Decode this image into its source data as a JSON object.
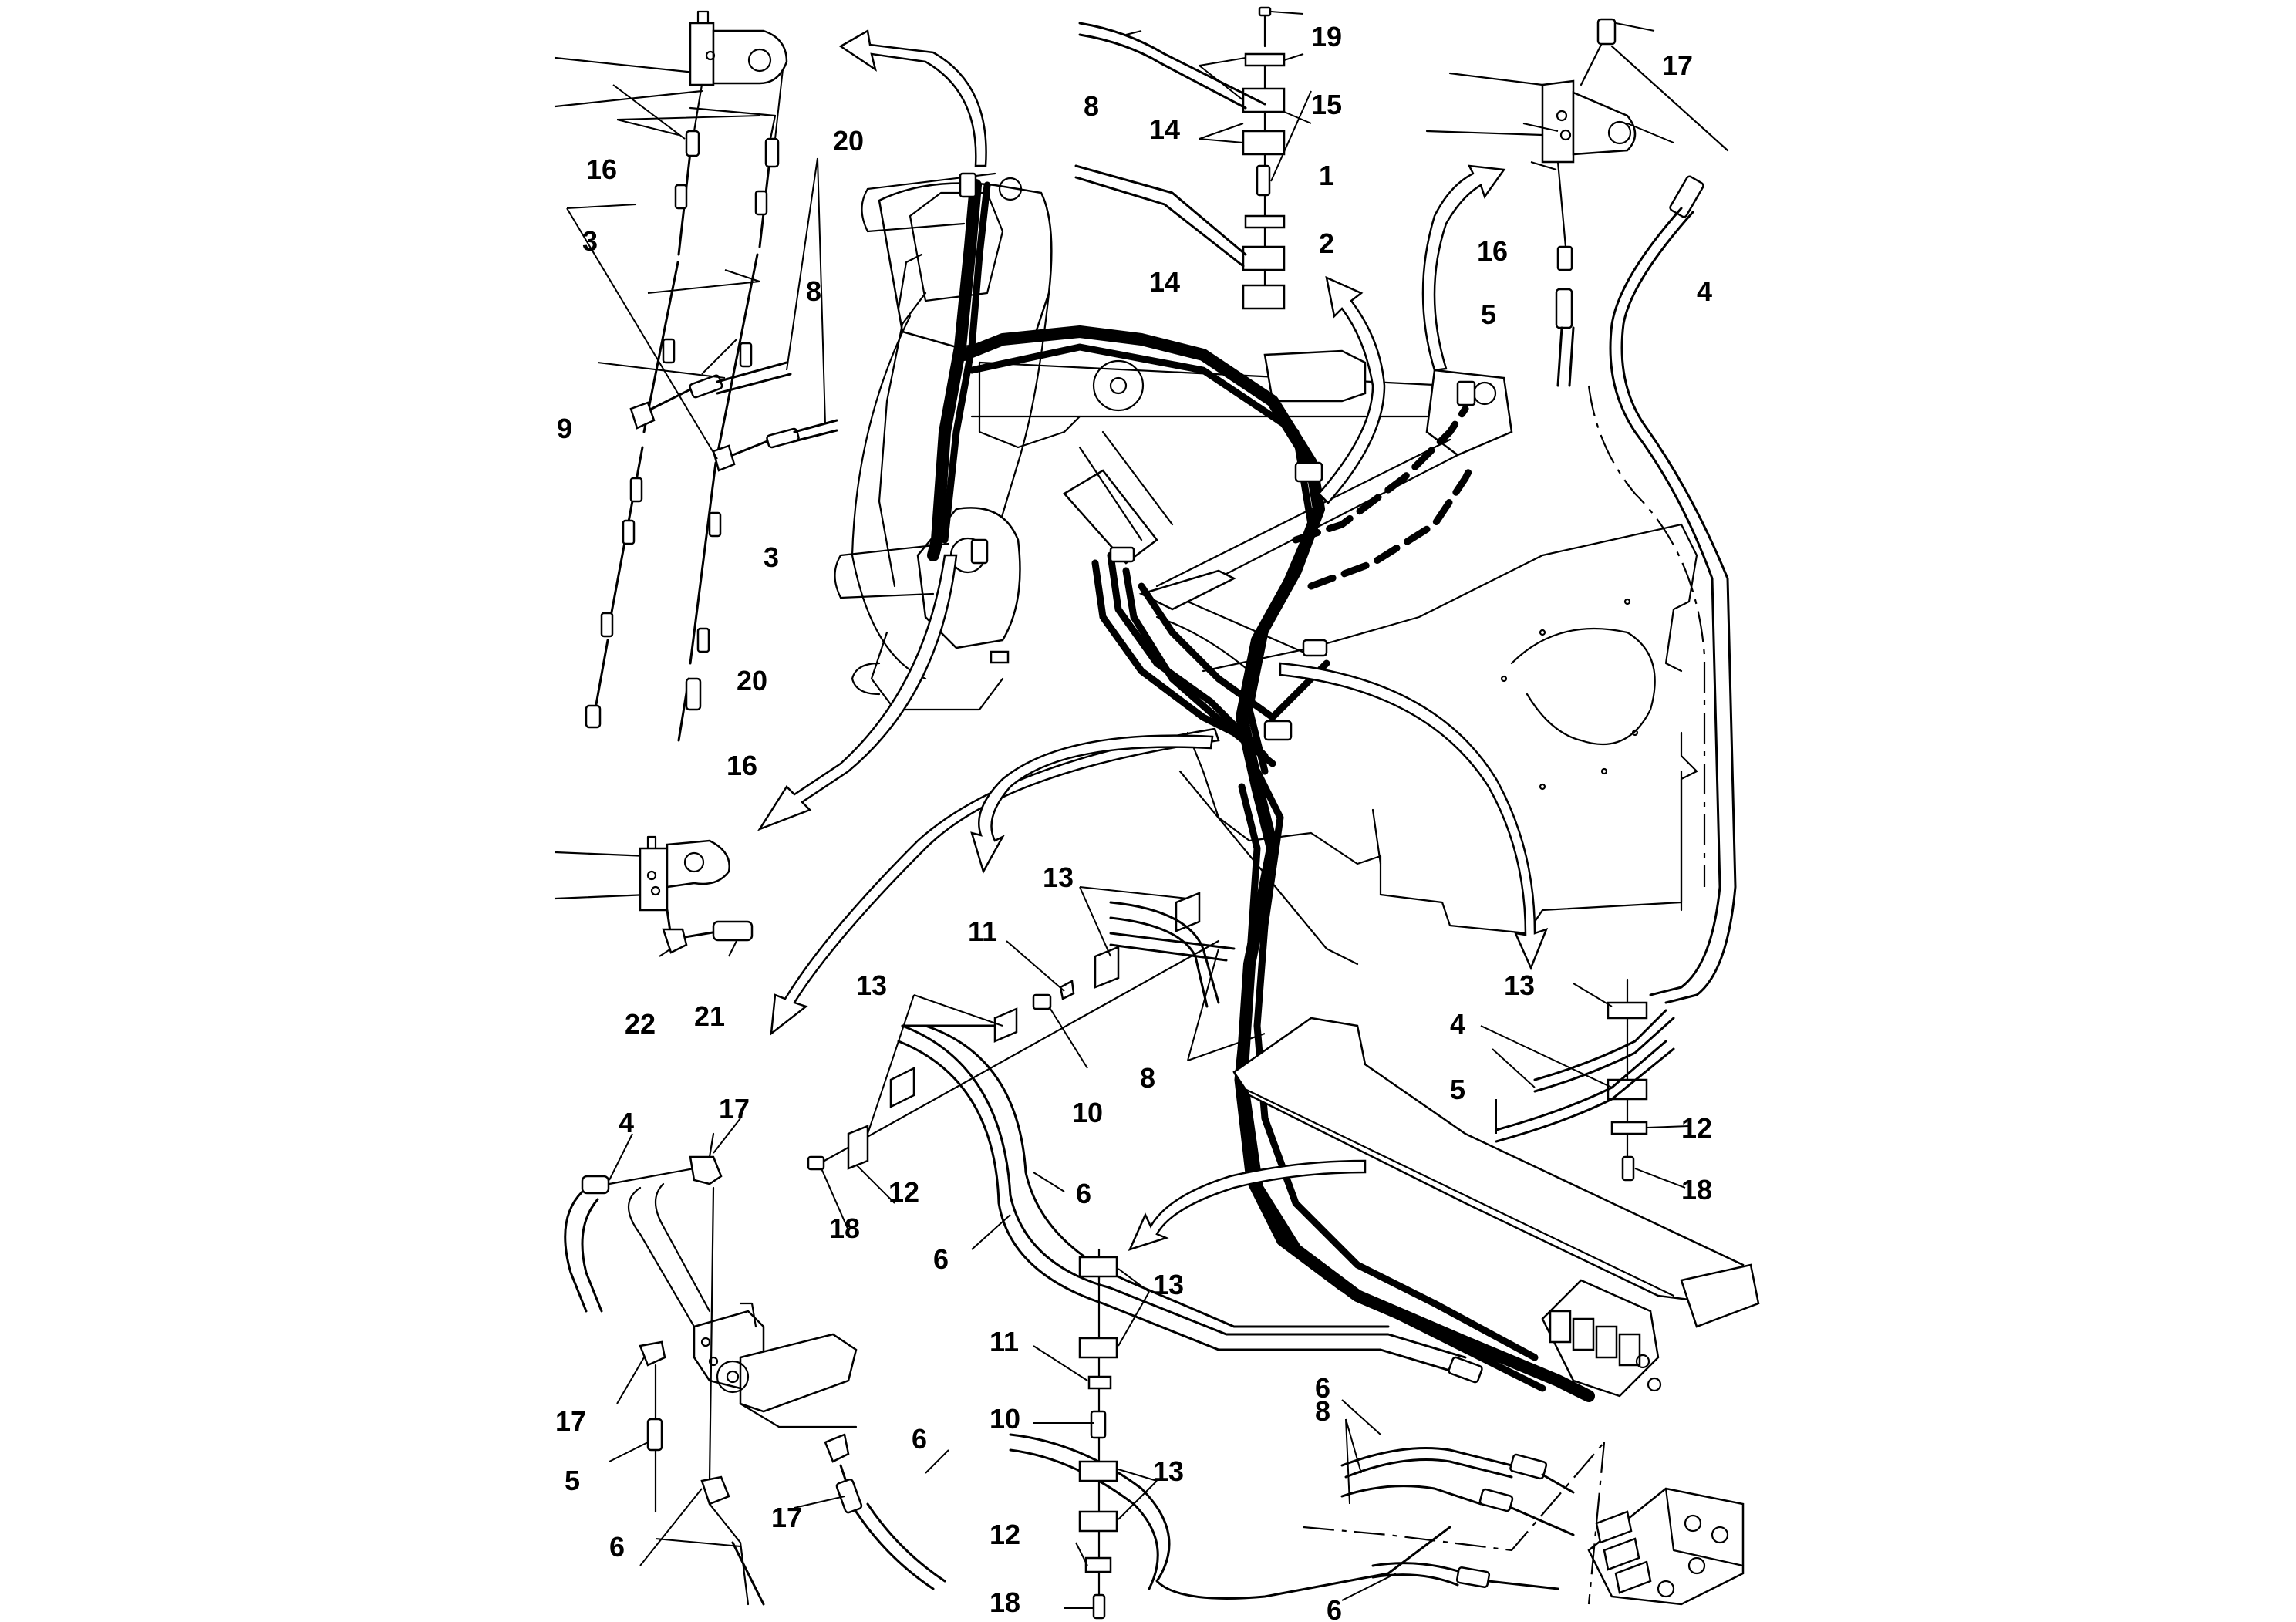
{
  "callouts": [
    {
      "text": "19"
    },
    {
      "text": "15"
    },
    {
      "text": "14"
    },
    {
      "text": "1"
    },
    {
      "text": "2"
    },
    {
      "text": "14"
    },
    {
      "text": "8"
    },
    {
      "text": "17"
    },
    {
      "text": "16"
    },
    {
      "text": "5"
    },
    {
      "text": "4"
    },
    {
      "text": "16"
    },
    {
      "text": "20"
    },
    {
      "text": "3"
    },
    {
      "text": "8"
    },
    {
      "text": "9"
    },
    {
      "text": "3"
    },
    {
      "text": "20"
    },
    {
      "text": "16"
    },
    {
      "text": "22"
    },
    {
      "text": "21"
    },
    {
      "text": "13"
    },
    {
      "text": "11"
    },
    {
      "text": "13"
    },
    {
      "text": "10"
    },
    {
      "text": "8"
    },
    {
      "text": "12"
    },
    {
      "text": "18"
    },
    {
      "text": "6"
    },
    {
      "text": "6"
    },
    {
      "text": "13"
    },
    {
      "text": "4"
    },
    {
      "text": "5"
    },
    {
      "text": "12"
    },
    {
      "text": "18"
    },
    {
      "text": "4"
    },
    {
      "text": "17"
    },
    {
      "text": "17"
    },
    {
      "text": "5"
    },
    {
      "text": "6"
    },
    {
      "text": "17"
    },
    {
      "text": "6"
    },
    {
      "text": "13"
    },
    {
      "text": "11"
    },
    {
      "text": "10"
    },
    {
      "text": "13"
    },
    {
      "text": "12"
    },
    {
      "text": "18"
    },
    {
      "text": "6"
    },
    {
      "text": "8"
    },
    {
      "text": "6"
    }
  ]
}
